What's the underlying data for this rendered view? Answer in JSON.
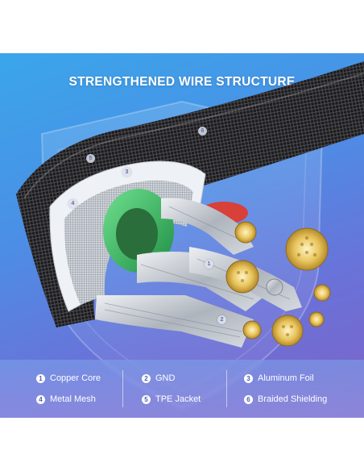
{
  "headline": "STRENGTHENED WIRE STRUCTURE",
  "legend": [
    {
      "num": "1",
      "label": "Copper Core"
    },
    {
      "num": "2",
      "label": "GND"
    },
    {
      "num": "3",
      "label": "Aluminum Foil"
    },
    {
      "num": "4",
      "label": "Metal Mesh"
    },
    {
      "num": "5",
      "label": "TPE Jacket"
    },
    {
      "num": "6",
      "label": "Braided Shielding"
    }
  ],
  "markers": [
    "6",
    "5",
    "3",
    "4",
    "1",
    "2"
  ],
  "colors": {
    "background_top": "#3aa6ea",
    "background_bottom": "#7d63c8",
    "braid": "#1c1c1e",
    "green_insulation": "#35b561",
    "red_insulation": "#d8403a",
    "copper_strands": "#e6c35a",
    "silver_strands": "#b9bec6"
  }
}
